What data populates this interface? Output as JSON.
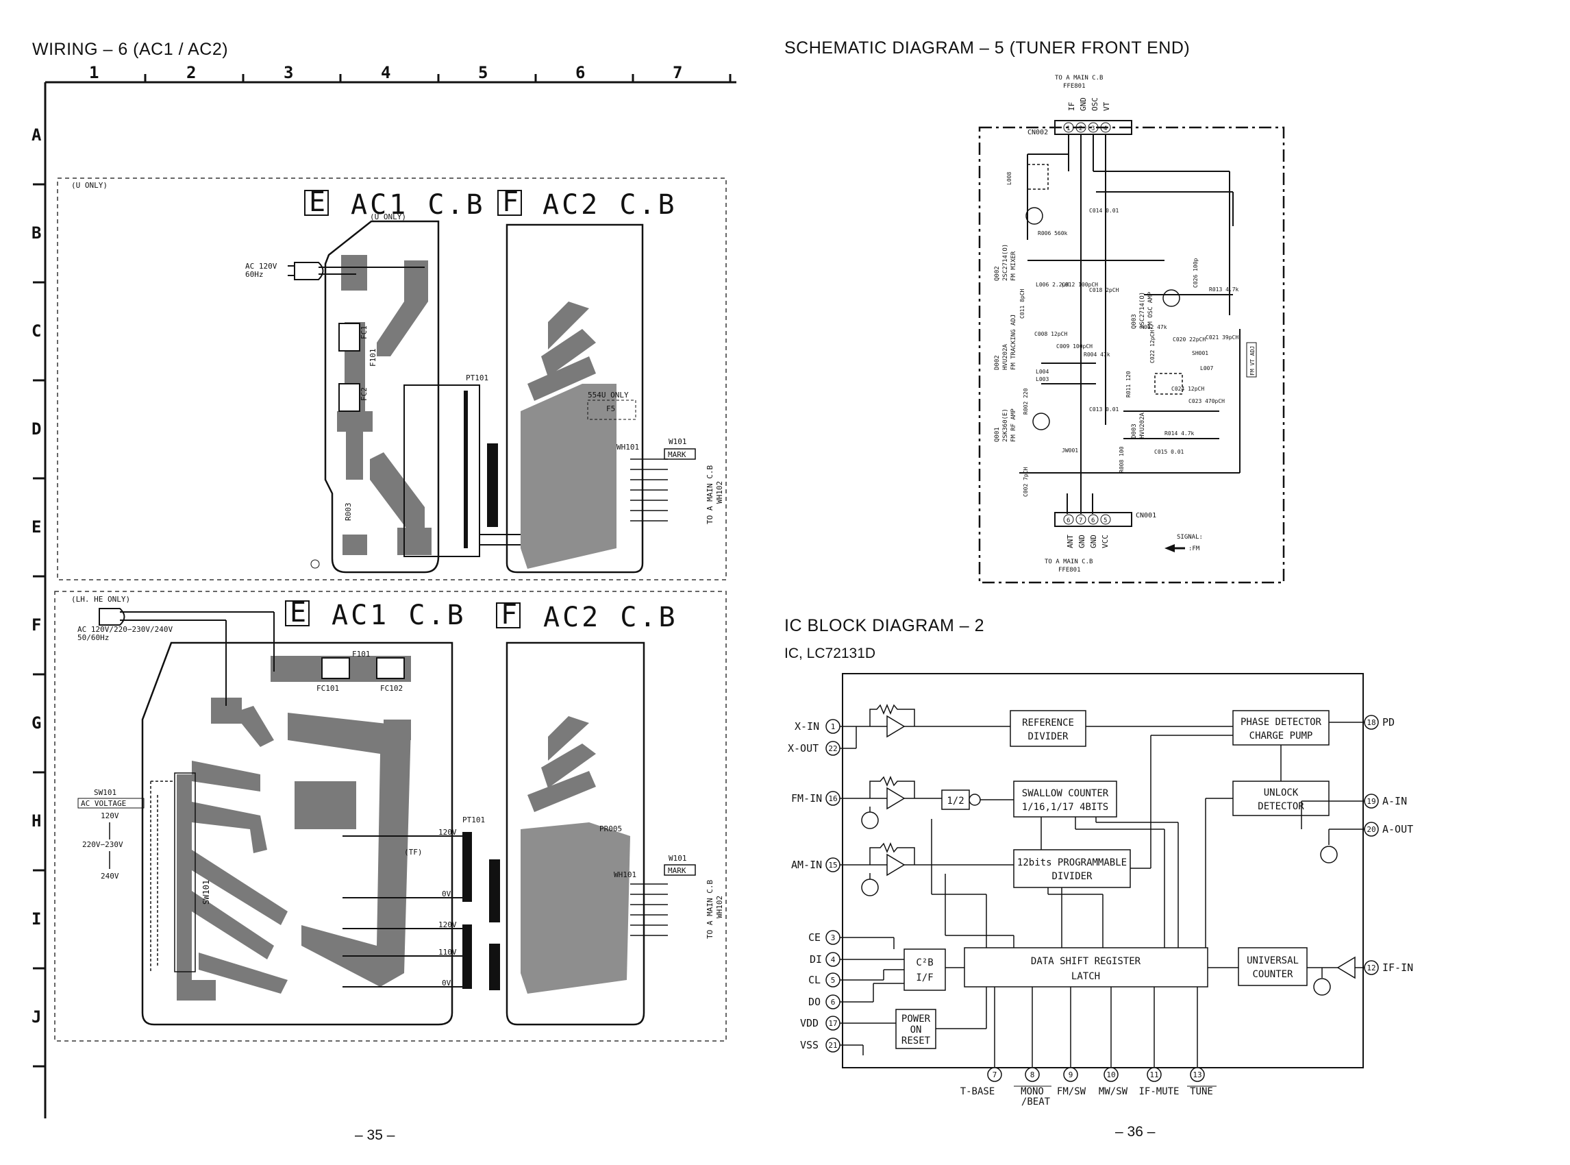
{
  "left_page": {
    "title": "WIRING – 6 (AC1 / AC2)",
    "page_number": "– 35 –",
    "grid_columns": [
      "1",
      "2",
      "3",
      "4",
      "5",
      "6",
      "7"
    ],
    "grid_rows": [
      "A",
      "B",
      "C",
      "D",
      "E",
      "F",
      "G",
      "H",
      "I",
      "J"
    ],
    "panel_top": {
      "region_note": "(U ONLY)",
      "board_e_tag": "E",
      "board_e_name": "AC1 C.B",
      "board_e_note": "(U ONLY)",
      "board_f_tag": "F",
      "board_f_name": "AC2 C.B",
      "ac_input_line1": "AC 120V",
      "ac_input_line2": "60Hz",
      "components": [
        "FC1",
        "F101",
        "FC2",
        "R003",
        "PT101",
        "F5",
        "WH101"
      ],
      "note_554u": "554U ONLY",
      "connector_w101": "W101",
      "connector_mark": "MARK",
      "to_main_cb": "TO A MAIN C.B",
      "to_main_ref": "WH102"
    },
    "panel_bottom": {
      "region_note": "(LH. HE ONLY)",
      "board_e_tag": "E",
      "board_e_name": "AC1 C.B",
      "board_f_tag": "F",
      "board_f_name": "AC2 C.B",
      "ac_input_line1": "AC 120V/220∽230V/240V",
      "ac_input_line2": "50/60Hz",
      "components": [
        "F101",
        "FC101",
        "FC102",
        "SW101",
        "PT101",
        "PR005",
        "WH101"
      ],
      "switch_name": "SW101",
      "switch_label": "AC VOLTAGE",
      "switch_opt1": "120V",
      "switch_opt2": "220V∽230V",
      "switch_opt3": "240V",
      "tf_label": "(TF)",
      "tap_labels": [
        "120V",
        "0V",
        "120V",
        "110V",
        "0V"
      ],
      "connector_w101": "W101",
      "connector_mark": "MARK",
      "to_main_cb": "TO A MAIN C.B",
      "to_main_ref": "WH102"
    }
  },
  "right_page": {
    "page_number": "– 36 –",
    "schematic": {
      "title": "SCHEMATIC DIAGRAM – 5 (TUNER FRONT END)",
      "top_connector_ref": "TO A MAIN C.B",
      "top_connector_part": "FFE801",
      "top_pins": [
        "IF",
        "GND",
        "OSC",
        "VT"
      ],
      "top_pin_numbers": [
        "1",
        "2",
        "3",
        "4"
      ],
      "cn_top": "CN002",
      "cn_bottom": "CN001",
      "bottom_pins": [
        "ANT",
        "GND",
        "GND",
        "VCC"
      ],
      "bottom_pin_numbers": [
        "6",
        "7",
        "6",
        "5"
      ],
      "bottom_connector_ref": "TO A MAIN C.B",
      "bottom_connector_part": "FFE801",
      "signal_label": "SIGNAL:",
      "signal_fm": ":FM",
      "transistors": [
        {
          "ref": "Q002",
          "part": "2SC2714(O)",
          "func": "FM MIXER"
        },
        {
          "ref": "Q003",
          "part": "2SC2714(O)",
          "func": "FM OSC AMP"
        },
        {
          "ref": "Q001",
          "part": "2SK360(E)",
          "func": "FM RF AMP"
        }
      ],
      "diodes": [
        {
          "ref": "D002",
          "part": "HVU202A",
          "func": "FM TRACKING ADJ"
        },
        {
          "ref": "D003",
          "part": "HVU202A"
        }
      ],
      "parts": [
        "L008",
        "C014 0.01",
        "R006 560k",
        "L006 2.2μH",
        "C012 100pCH",
        "C018 2pCH",
        "C011 8pCH",
        "C008 12pCH",
        "C009 100pCH",
        "R004 47k",
        "L004",
        "L003",
        "R002 220",
        "C013 0.01",
        "JW001",
        "C002 7pCH",
        "C026 100p",
        "R013 4.7k",
        "R012 47k",
        "C020 22pCH",
        "C021 39pCH",
        "C022 12pCH",
        "SH001",
        "L007",
        "R011 120",
        "C024 12pCH",
        "C023 470pCH",
        "R014 4.7k",
        "R008 100",
        "C015 0.01"
      ],
      "adj_label": "FM VT ADJ"
    },
    "ic_block": {
      "title": "IC BLOCK DIAGRAM – 2",
      "subtitle": "IC, LC72131D",
      "left_pins": [
        {
          "name": "X-IN",
          "num": "1"
        },
        {
          "name": "X-OUT",
          "num": "22"
        },
        {
          "name": "FM-IN",
          "num": "16"
        },
        {
          "name": "AM-IN",
          "num": "15"
        },
        {
          "name": "CE",
          "num": "3"
        },
        {
          "name": "DI",
          "num": "4"
        },
        {
          "name": "CL",
          "num": "5"
        },
        {
          "name": "DO",
          "num": "6"
        },
        {
          "name": "VDD",
          "num": "17"
        },
        {
          "name": "VSS",
          "num": "21"
        }
      ],
      "right_pins": [
        {
          "name": "PD",
          "num": "18"
        },
        {
          "name": "A-IN",
          "num": "19"
        },
        {
          "name": "A-OUT",
          "num": "20"
        },
        {
          "name": "IF-IN",
          "num": "12"
        }
      ],
      "bottom_pins": [
        {
          "name": "T-BASE",
          "num": "7"
        },
        {
          "name": "MONO",
          "name2": "/BEAT",
          "num": "8"
        },
        {
          "name": "FM/SW",
          "num": "9"
        },
        {
          "name": "MW/SW",
          "num": "10"
        },
        {
          "name": "IF-MUTE",
          "num": "11"
        },
        {
          "name": "TUNE",
          "num": "13"
        }
      ],
      "blocks": {
        "ref_div_1": "REFERENCE",
        "ref_div_2": "DIVIDER",
        "phase_1": "PHASE DETECTOR",
        "phase_2": "CHARGE PUMP",
        "unlock_1": "UNLOCK",
        "unlock_2": "DETECTOR",
        "swallow_1": "SWALLOW COUNTER",
        "swallow_2": "1/16,1/17 4BITS",
        "prog_1": "12bits PROGRAMMABLE",
        "prog_2": "DIVIDER",
        "half": "1/2",
        "c2b_1": "C²B",
        "c2b_2": "I/F",
        "shift_1": "DATA SHIFT REGISTER",
        "shift_2": "LATCH",
        "univ_1": "UNIVERSAL",
        "univ_2": "COUNTER",
        "por_1": "POWER",
        "por_2": "ON",
        "por_3": "RESET"
      }
    }
  }
}
